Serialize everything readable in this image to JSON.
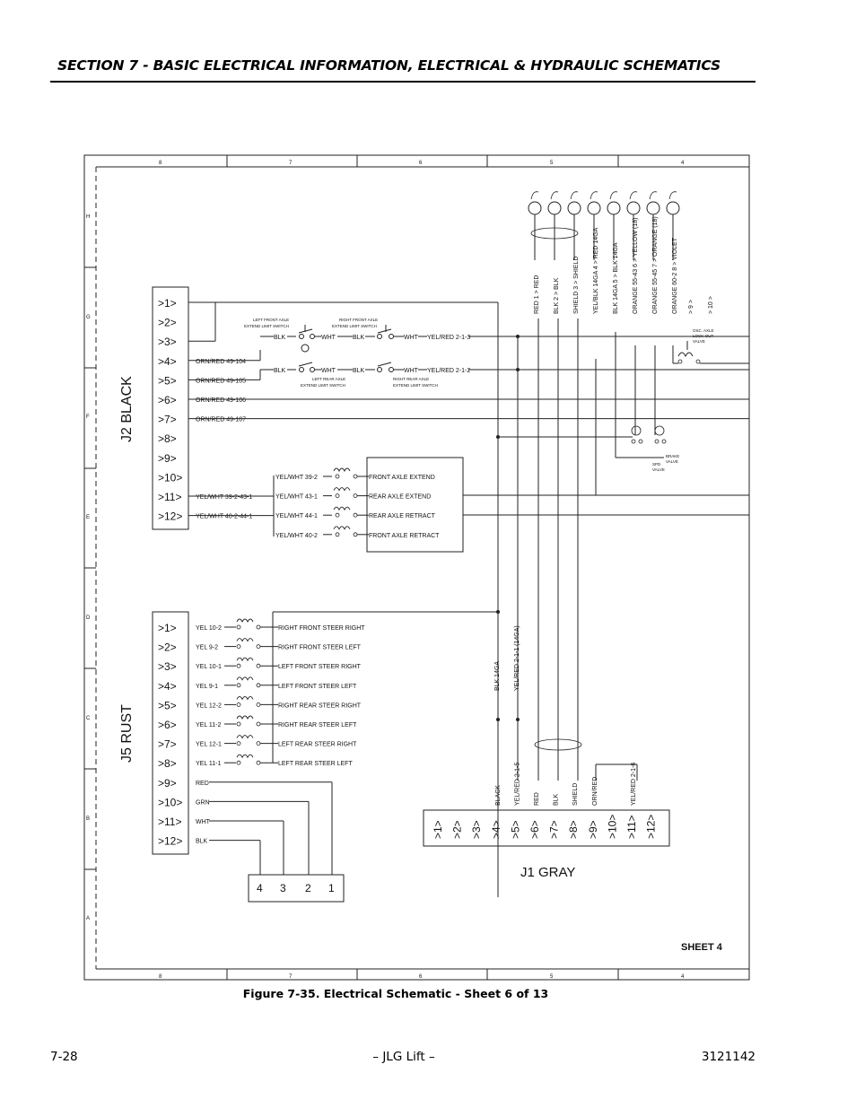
{
  "header": {
    "section_title": "SECTION 7 - BASIC ELECTRICAL INFORMATION, ELECTRICAL & HYDRAULIC SCHEMATICS"
  },
  "frame": {
    "col_labels": [
      "8",
      "7",
      "6",
      "5",
      "4"
    ],
    "row_labels": [
      "H",
      "G",
      "F",
      "E",
      "D",
      "C",
      "B",
      "A"
    ]
  },
  "schematic": {
    "sheet_label": "SHEET 4",
    "j2": {
      "title": "J2 BLACK",
      "pins": [
        "1",
        "2",
        "3",
        "4",
        "5",
        "6",
        "7",
        "8",
        "9",
        "10",
        "11",
        "12"
      ],
      "wires": [
        "",
        "",
        "",
        "ORN/RED 49-104",
        "ORN/RED 49-105",
        "ORN/RED 49-106",
        "ORN/RED 49-107",
        "",
        "",
        "",
        "YEL/WHT 39-2-43-1",
        "YEL/WHT 40-2-44-1"
      ]
    },
    "j5": {
      "title": "J5 RUST",
      "pins": [
        "1",
        "2",
        "3",
        "4",
        "5",
        "6",
        "7",
        "8",
        "9",
        "10",
        "11",
        "12"
      ],
      "wires": [
        "YEL 10-2",
        "YEL 9-2",
        "YEL 10-1",
        "YEL 9-1",
        "YEL 12-2",
        "YEL 11-2",
        "YEL 12-1",
        "YEL 11-1",
        "RED",
        "GRN",
        "WHT",
        "BLK"
      ],
      "valves": [
        "RIGHT FRONT STEER RIGHT",
        "RIGHT FRONT STEER LEFT",
        "LEFT FRONT STEER RIGHT",
        "LEFT FRONT STEER LEFT",
        "RIGHT REAR STEER RIGHT",
        "RIGHT REAR STEER LEFT",
        "LEFT REAR STEER RIGHT",
        "LEFT REAR STEER LEFT"
      ]
    },
    "j1": {
      "title": "J1 GRAY",
      "pins": [
        "1",
        "2",
        "3",
        "4",
        "5",
        "6",
        "7",
        "8",
        "9",
        "10",
        "11",
        "12"
      ],
      "wires": [
        "",
        "",
        "",
        "BLACK",
        "YEL/RED 2-1-5",
        "RED",
        "BLK",
        "SHIELD",
        "ORN/RED",
        "",
        "YEL/RED 2-1-6",
        ""
      ]
    },
    "axle_valves": {
      "wires": [
        "YEL/WHT 39-2",
        "YEL/WHT 43-1",
        "YEL/WHT 44-1",
        "YEL/WHT 40-2"
      ],
      "labels": [
        "FRONT AXLE EXTEND",
        "REAR AXLE EXTEND",
        "REAR AXLE RETRACT",
        "FRONT AXLE RETRACT"
      ]
    },
    "limit_switches": {
      "left_front": [
        "LEFT FRONT AXLE",
        "EXTEND LIMIT SWITCH"
      ],
      "right_front": [
        "RIGHT FRONT AXLE",
        "EXTEND LIMIT SWITCH"
      ],
      "left_rear": [
        "LEFT REAR AXLE",
        "EXTEND LIMIT SWITCH"
      ],
      "right_rear": [
        "RIGHT REAR AXLE",
        "EXTEND LIMIT SWITCH"
      ],
      "wires": [
        "BLK",
        "WHT",
        "BLK",
        "WHT",
        "YEL/RED 2-1-3",
        "YEL/RED 2-1-2"
      ]
    },
    "top_connector_wires": [
      "RED 1 > RED",
      "BLK 2 > BLK",
      "SHIELD 3 > SHIELD",
      "YEL/BLK 14GA 4 > RED 14GA",
      "BLK 14GA 5 > BLK 14GA",
      "ORANGE 55-43 6 > YELLOW (18)",
      "ORANGE 55-45 7 > ORANGE (18)",
      "ORANGE 60-2 8 > VIOLET",
      "> 9 >",
      "> 10 >"
    ],
    "bus_wires": [
      "BLK 14GA",
      "YEL/RED 2-1-1 (14GA)"
    ],
    "osc_valve": [
      "OSC. AXLE",
      "LOCK-OUT",
      "VALVE"
    ],
    "brake_valve": [
      "BRAKE",
      "VALVE"
    ],
    "spd_valve": [
      "SPD",
      "VALVE"
    ],
    "bottom_connector_pins": [
      "4",
      "3",
      "2",
      "1"
    ]
  },
  "caption": "Figure 7-35.  Electrical Schematic - Sheet 6 of 13",
  "footer": {
    "page": "7-28",
    "center": "– JLG Lift –",
    "doc_number": "3121142"
  }
}
